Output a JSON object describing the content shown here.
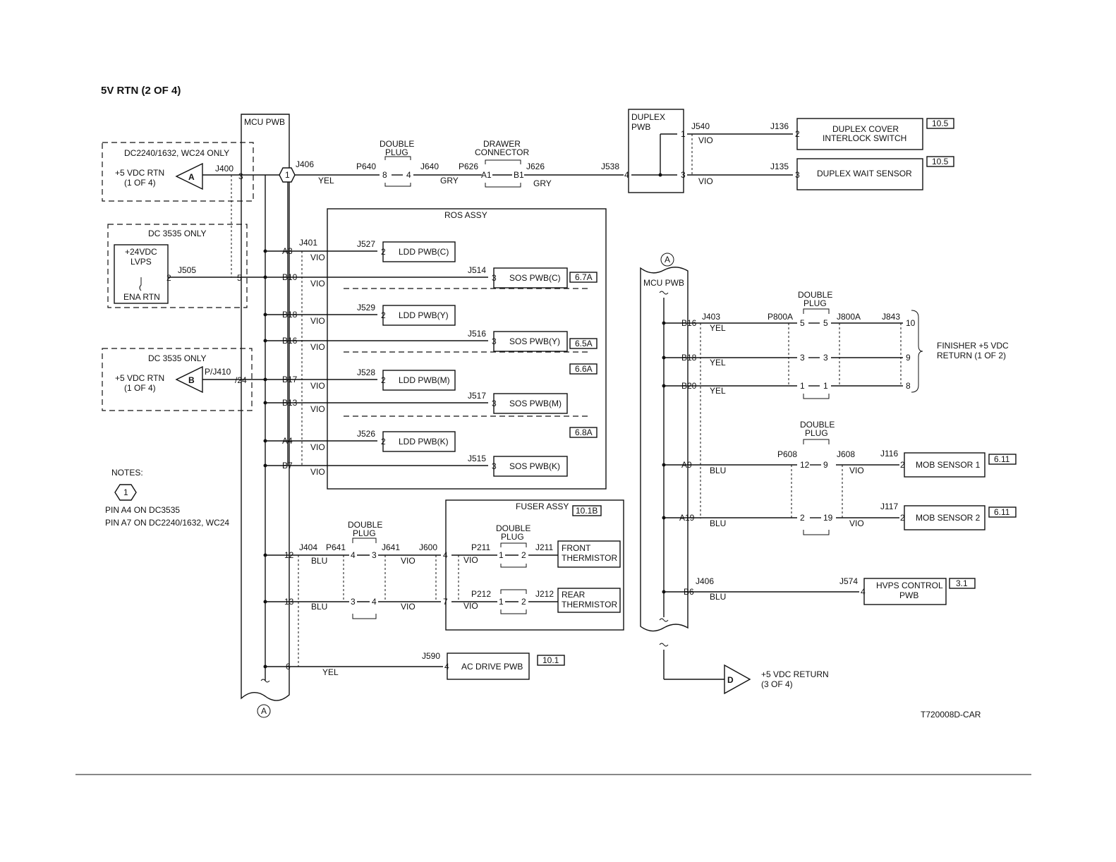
{
  "title": "5V RTN  (2 OF 4)",
  "figure_id": "T720008D-CAR",
  "notes": {
    "heading": "NOTES:",
    "marker": "1",
    "line1": "PIN A4 ON DC3535",
    "line2": "PIN A7 ON DC2240/1632, WC24"
  },
  "mcu_left": {
    "label": "MCU PWB",
    "ref": "A"
  },
  "mcu_right": {
    "label": "MCU PWB",
    "ref": "A"
  },
  "box_a": {
    "header": "DC2240/1632, WC24  ONLY",
    "sig1": "+5 VDC RTN",
    "sig2": "(1 OF 4)",
    "flag": "A",
    "conn": "J400",
    "pin": "3"
  },
  "box_lvps": {
    "header": "DC 3535 ONLY",
    "name1": "+24VDC",
    "name2": "LVPS",
    "ena": "ENA RTN",
    "pin": "2",
    "conn": "J505",
    "mpin": "5"
  },
  "box_b": {
    "header": "DC 3535 ONLY",
    "sig1": "+5 VDC RTN",
    "sig2": "(1 OF 4)",
    "flag": "B",
    "conn": "P/J410",
    "pin": "/24"
  },
  "top_run": {
    "marker": "1",
    "j406": "J406",
    "yel": "YEL",
    "p640": "P640",
    "dp_label1": "DOUBLE",
    "dp_label2": "PLUG",
    "dp_p1": "8",
    "dp_p2": "4",
    "j640": "J640",
    "gry1": "GRY",
    "p626": "P626",
    "dc_label1": "DRAWER",
    "dc_label2": "CONNECTOR",
    "a1": "A1",
    "b1": "B1",
    "j626": "J626",
    "gry2": "GRY",
    "j538": "J538",
    "pin4": "4"
  },
  "duplex": {
    "pwb1": "DUPLEX",
    "pwb2": "PWB",
    "j540": "J540",
    "p1": "1",
    "p3": "3",
    "vio1": "VIO",
    "vio2": "VIO",
    "j136": "J136",
    "j135": "J135",
    "pin2": "2",
    "pin3": "3",
    "cover1": "DUPLEX COVER",
    "cover2": "INTERLOCK  SWITCH",
    "wait": "DUPLEX WAIT SENSOR",
    "ref1": "10.5",
    "ref2": "10.5"
  },
  "ros": {
    "label": "ROS ASSY",
    "j401": "J401",
    "rows": [
      {
        "pin": "A3",
        "wire": "VIO",
        "conn": "J527",
        "cpin": "2",
        "name": "LDD PWB(C)"
      },
      {
        "pin": "B10",
        "wire": "VIO",
        "conn": "J514",
        "cpin": "3",
        "name": "SOS PWB(C)",
        "ref": "6.7A"
      },
      {
        "pin": "B18",
        "wire": "VIO",
        "conn": "J529",
        "cpin": "2",
        "name": "LDD PWB(Y)"
      },
      {
        "pin": "B16",
        "wire": "VIO",
        "conn": "J516",
        "cpin": "3",
        "name": "SOS PWB(Y)",
        "ref": "6.5A"
      },
      {
        "pin": "B17",
        "wire": "VIO",
        "conn": "J528",
        "cpin": "2",
        "name": "LDD PWB(M)",
        "ref": "6.6A"
      },
      {
        "pin": "B13",
        "wire": "VIO",
        "conn": "J517",
        "cpin": "3",
        "name": "SOS PWB(M)"
      },
      {
        "pin": "A4",
        "wire": "VIO",
        "conn": "J526",
        "cpin": "2",
        "name": "LDD PWB(K)",
        "ref": "6.8A"
      },
      {
        "pin": "B7",
        "wire": "VIO",
        "conn": "J515",
        "cpin": "3",
        "name": "SOS PWB(K)"
      }
    ]
  },
  "fuser": {
    "label": "FUSER ASSY",
    "ref": "10.1B",
    "j404": "J404",
    "p641": "P641",
    "j641": "J641",
    "j600": "J600",
    "dp_label1": "DOUBLE",
    "dp_label2": "PLUG",
    "dp2_label1": "DOUBLE",
    "dp2_label2": "PLUG",
    "pin12": "12",
    "pin13": "13",
    "blu1": "BLU",
    "blu2": "BLU",
    "dp_a1": "4",
    "dp_a2": "3",
    "dp_b1": "3",
    "dp_b2": "4",
    "vio1": "VIO",
    "vio2": "VIO",
    "fp4": "4",
    "fp7": "7",
    "vio3": "VIO",
    "vio4": "VIO",
    "p211": "P211",
    "p212": "P212",
    "j211": "J211",
    "j212": "J212",
    "tp1": "1",
    "tp2": "2",
    "tp3": "1",
    "tp4": "2",
    "front1": "FRONT",
    "front2": "THERMISTOR",
    "rear1": "REAR",
    "rear2": "THERMISTOR"
  },
  "ac": {
    "pin": "6",
    "wire": "YEL",
    "conn": "J590",
    "cpin": "4",
    "name": "AC DRIVE PWB",
    "ref": "10.1"
  },
  "finisher": {
    "j403": "J403",
    "p800a": "P800A",
    "j800a": "J800A",
    "j843": "J843",
    "dp_label1": "DOUBLE",
    "dp_label2": "PLUG",
    "rows": [
      {
        "pin": "B16",
        "wire": "YEL",
        "a": "5",
        "b": "5",
        "out": "10"
      },
      {
        "pin": "B18",
        "wire": "YEL",
        "a": "3",
        "b": "3",
        "out": "9"
      },
      {
        "pin": "B20",
        "wire": "YEL",
        "a": "1",
        "b": "1",
        "out": "8"
      }
    ],
    "sig1": "FINISHER +5 VDC",
    "sig2": "RETURN (1 OF 2)"
  },
  "mob": {
    "dp_label1": "DOUBLE",
    "dp_label2": "PLUG",
    "p608": "P608",
    "j608": "J608",
    "rows": [
      {
        "pin": "A9",
        "wire": "BLU",
        "a": "12",
        "b": "9",
        "vio": "VIO",
        "conn": "J116",
        "cpin": "2",
        "name": "MOB SENSOR 1",
        "ref": "6.11"
      },
      {
        "pin": "A19",
        "wire": "BLU",
        "a": "2",
        "b": "19",
        "vio": "VIO",
        "conn": "J117",
        "cpin": "2",
        "name": "MOB SENSOR 2",
        "ref": "6.11"
      }
    ]
  },
  "hvps": {
    "pin": "B6",
    "wire": "BLU",
    "conn1": "J406",
    "conn2": "J574",
    "cpin": "4",
    "name1": "HVPS CONTROL",
    "name2": "PWB",
    "ref": "3.1"
  },
  "out_d": {
    "flag": "D",
    "sig1": "+5 VDC RETURN",
    "sig2": "(3 OF 4)"
  }
}
